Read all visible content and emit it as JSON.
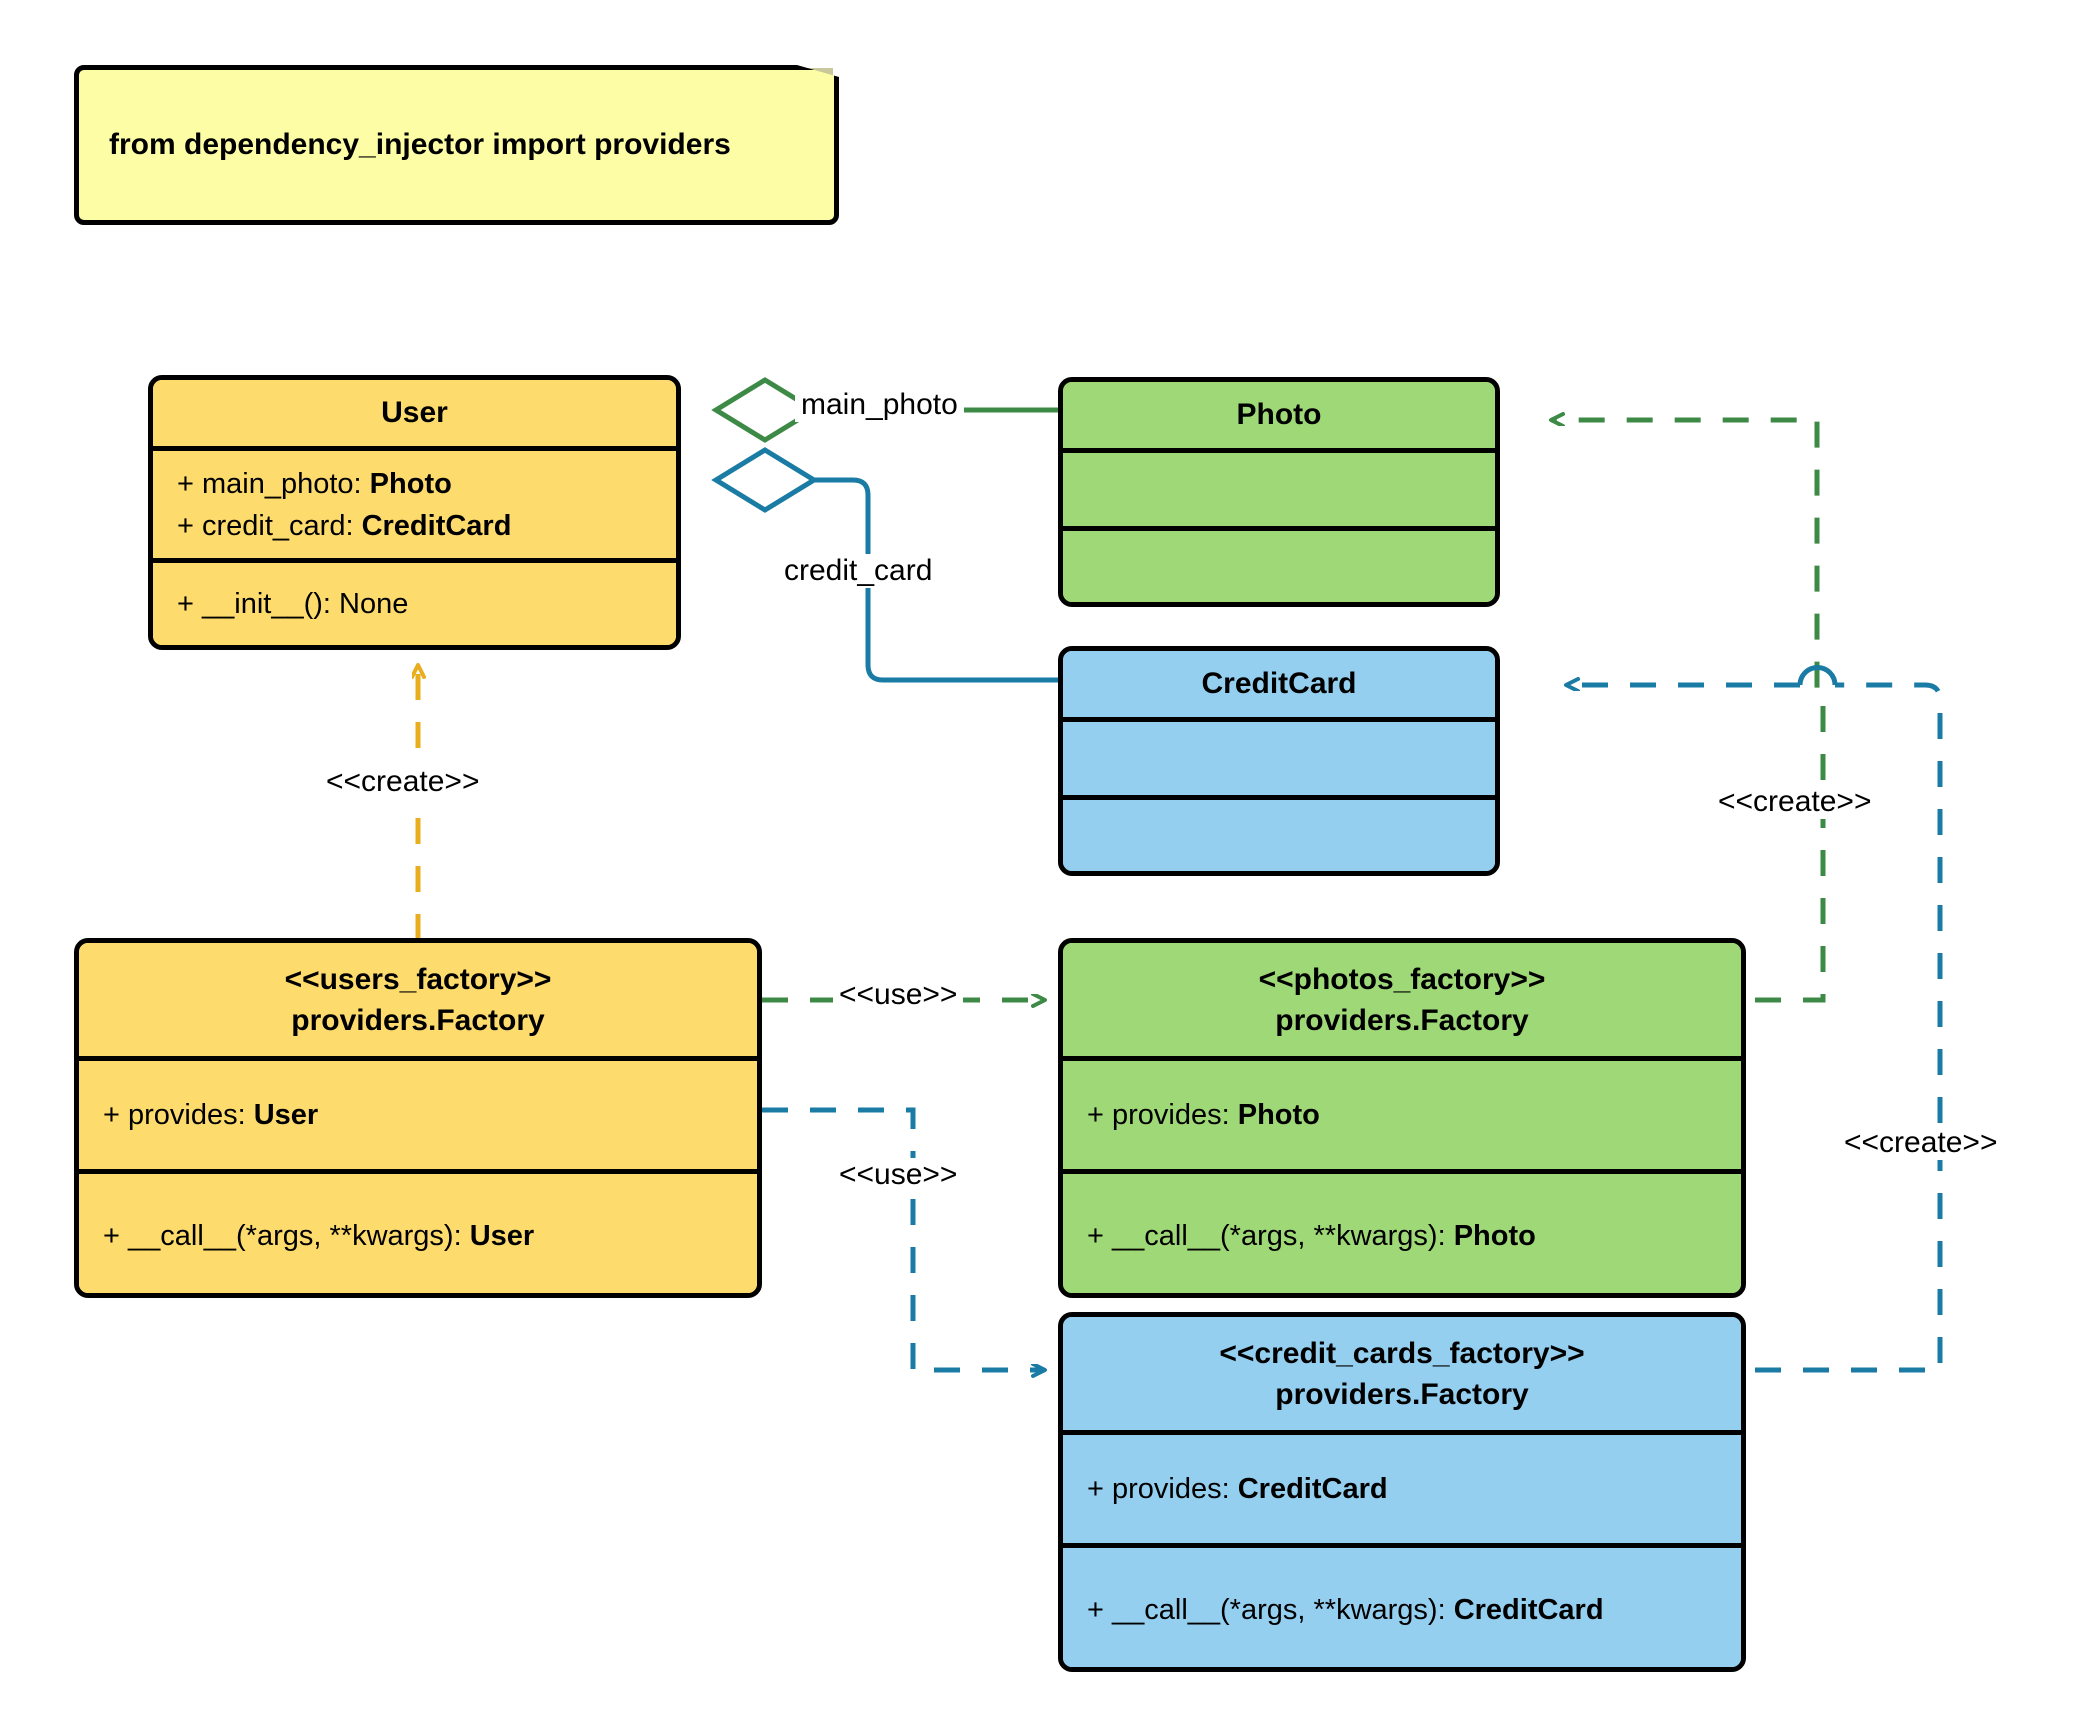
{
  "diagram": {
    "title": "dependency_injector factories UML class diagram",
    "colors": {
      "yellow_fill": "#FDDB6D",
      "green_fill": "#9FD977",
      "blue_fill": "#95CFF0",
      "note_fill": "#FDFDA6",
      "note_fold": "#C8C89B",
      "border": "#000000",
      "green_edge": "#3C8A46",
      "blue_edge": "#1A7BA4",
      "yellow_edge": "#E8AE1E"
    }
  },
  "note": {
    "text": "from dependency_injector import providers"
  },
  "classes": {
    "user": {
      "name": "User",
      "attributes": [
        {
          "visibility": "+",
          "label": "main_photo: ",
          "type": "Photo"
        },
        {
          "visibility": "+",
          "label": "credit_card: ",
          "type": "CreditCard"
        }
      ],
      "operations": [
        {
          "visibility": "+",
          "label": "__init__(): None",
          "type": ""
        }
      ]
    },
    "photo": {
      "name": "Photo",
      "attributes": [],
      "operations": []
    },
    "credit_card": {
      "name": "CreditCard",
      "attributes": [],
      "operations": []
    },
    "users_factory": {
      "stereotype": "<<users_factory>>",
      "name": "providers.Factory",
      "attribute": {
        "visibility": "+",
        "label": "provides: ",
        "type": "User"
      },
      "operation": {
        "visibility": "+",
        "label": "__call__(*args, **kwargs): ",
        "type": "User"
      }
    },
    "photos_factory": {
      "stereotype": "<<photos_factory>>",
      "name": "providers.Factory",
      "attribute": {
        "visibility": "+",
        "label": "provides: ",
        "type": "Photo"
      },
      "operation": {
        "visibility": "+",
        "label": "__call__(*args, **kwargs): ",
        "type": "Photo"
      }
    },
    "credit_cards_factory": {
      "stereotype": "<<credit_cards_factory>>",
      "name": "providers.Factory",
      "attribute": {
        "visibility": "+",
        "label": "provides: ",
        "type": "CreditCard"
      },
      "operation": {
        "visibility": "+",
        "label": "__call__(*args, **kwargs): ",
        "type": "CreditCard"
      }
    }
  },
  "edges": {
    "main_photo_label": "main_photo",
    "credit_card_label": "credit_card",
    "create_user_label": "<<create>>",
    "use_photos_label": "<<use>>",
    "use_credit_cards_label": "<<use>>",
    "create_photo_label": "<<create>>",
    "create_credit_card_label": "<<create>>"
  }
}
